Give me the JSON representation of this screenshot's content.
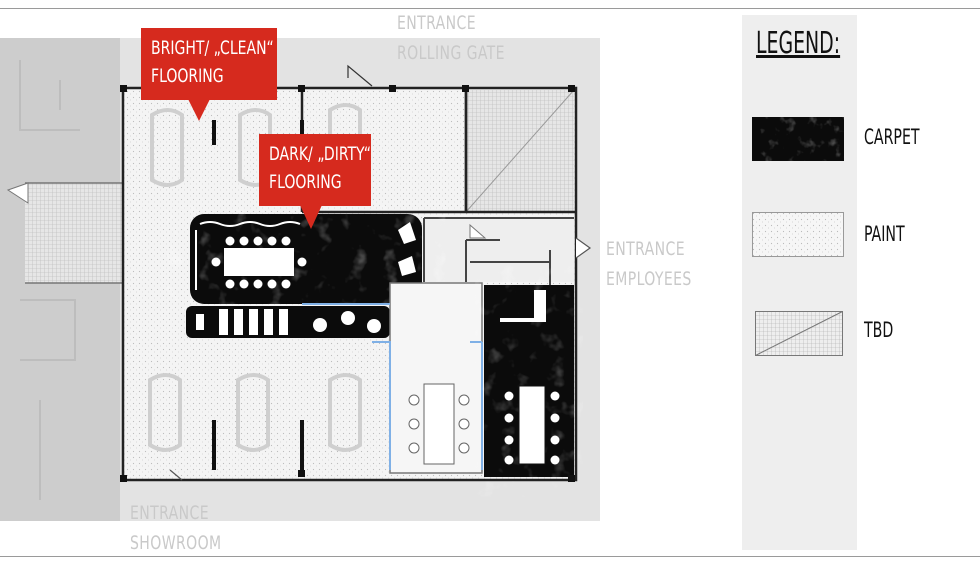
{
  "labels": {
    "entrance_rolling_gate": [
      "ENTRANCE",
      "ROLLING GATE"
    ],
    "entrance_employees": [
      "ENTRANCE",
      "EMPLOYEES"
    ],
    "entrance_showroom": [
      "ENTRANCE",
      "SHOWROOM"
    ]
  },
  "callouts": {
    "clean": [
      "BRIGHT/ „CLEAN“",
      "FLOORING"
    ],
    "dirty": [
      "DARK/ „DIRTY“",
      "FLOORING"
    ]
  },
  "legend": {
    "title": "LEGEND:",
    "items": [
      {
        "label": "CARPET",
        "swatch": "carpet-swatch"
      },
      {
        "label": "PAINT",
        "swatch": "paint-swatch"
      },
      {
        "label": "TBD",
        "swatch": "tbd-swatch"
      }
    ]
  },
  "colors": {
    "callout": "#d62a1e",
    "carpet": "#111111",
    "paint": "#f2f2f2",
    "glass_partition": "#7fb0e6",
    "entrance_text": "#c9c9c9"
  }
}
